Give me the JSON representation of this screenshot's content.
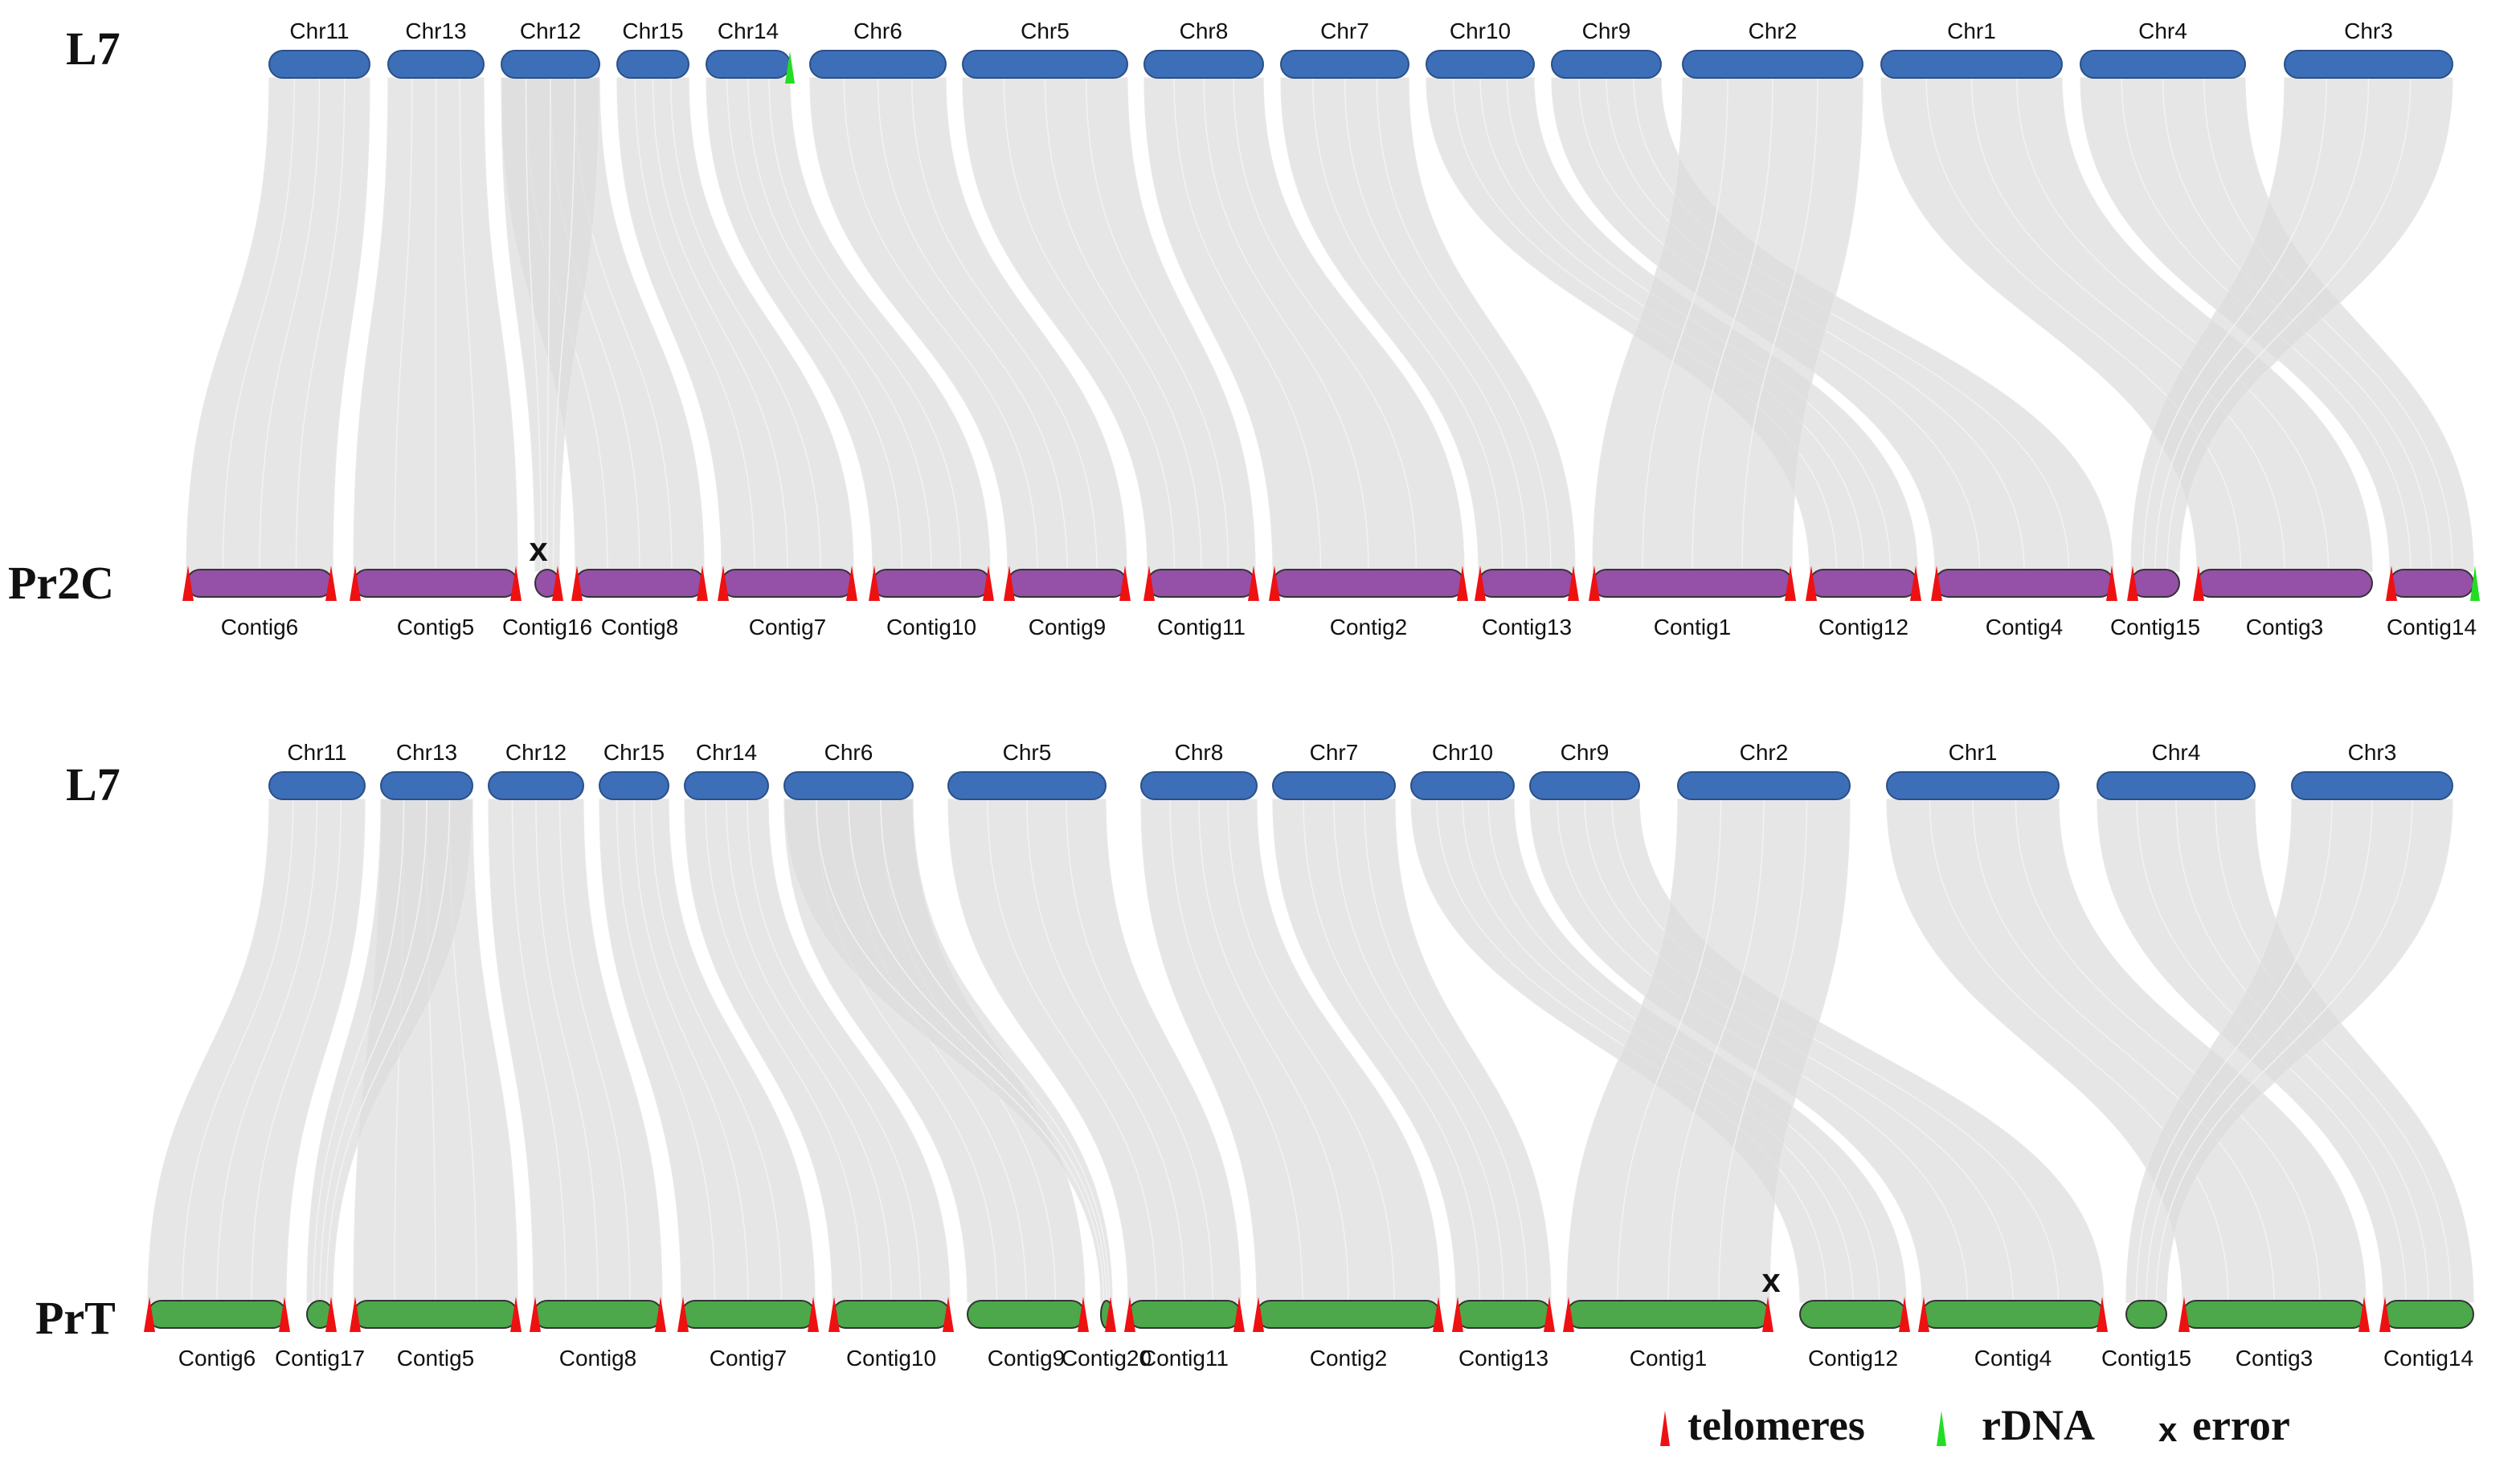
{
  "colors": {
    "ref_bar": "#3d6fb8",
    "pr2c_bar": "#9550a8",
    "prt_bar": "#4ca84a",
    "link": "#dcdcdc",
    "telomere": "#ee1111",
    "rdna": "#22dd22"
  },
  "panels": [
    {
      "ref_label": "L7",
      "query_label": "Pr2C",
      "query_color_key": "pr2c_bar",
      "ref_chromosomes": [
        {
          "name": "Chr11"
        },
        {
          "name": "Chr13"
        },
        {
          "name": "Chr12"
        },
        {
          "name": "Chr15"
        },
        {
          "name": "Chr14",
          "rdna": "right"
        },
        {
          "name": "Chr6"
        },
        {
          "name": "Chr5"
        },
        {
          "name": "Chr8"
        },
        {
          "name": "Chr7"
        },
        {
          "name": "Chr10"
        },
        {
          "name": "Chr9"
        },
        {
          "name": "Chr2"
        },
        {
          "name": "Chr1"
        },
        {
          "name": "Chr4"
        },
        {
          "name": "Chr3"
        }
      ],
      "contigs": [
        {
          "name": "Contig6",
          "tel": "both"
        },
        {
          "name": "Contig5",
          "tel": "both"
        },
        {
          "name": "Contig16",
          "tel": "right",
          "error": true
        },
        {
          "name": "Contig8",
          "tel": "both"
        },
        {
          "name": "Contig7",
          "tel": "both"
        },
        {
          "name": "Contig10",
          "tel": "both"
        },
        {
          "name": "Contig9",
          "tel": "both"
        },
        {
          "name": "Contig11",
          "tel": "both"
        },
        {
          "name": "Contig2",
          "tel": "both"
        },
        {
          "name": "Contig13",
          "tel": "both"
        },
        {
          "name": "Contig1",
          "tel": "both"
        },
        {
          "name": "Contig12",
          "tel": "both"
        },
        {
          "name": "Contig4",
          "tel": "both"
        },
        {
          "name": "Contig15",
          "tel": "left"
        },
        {
          "name": "Contig3",
          "tel": "left"
        },
        {
          "name": "Contig14",
          "tel": "left",
          "rdna": "right"
        }
      ],
      "links": [
        [
          "Chr11",
          "Contig6"
        ],
        [
          "Chr13",
          "Contig5"
        ],
        [
          "Chr12",
          "Contig8"
        ],
        [
          "Chr12",
          "Contig16"
        ],
        [
          "Chr15",
          "Contig7"
        ],
        [
          "Chr14",
          "Contig10"
        ],
        [
          "Chr6",
          "Contig9"
        ],
        [
          "Chr5",
          "Contig11"
        ],
        [
          "Chr8",
          "Contig2"
        ],
        [
          "Chr7",
          "Contig13"
        ],
        [
          "Chr10",
          "Contig12"
        ],
        [
          "Chr9",
          "Contig4"
        ],
        [
          "Chr2",
          "Contig1"
        ],
        [
          "Chr1",
          "Contig3"
        ],
        [
          "Chr4",
          "Contig14"
        ],
        [
          "Chr3",
          "Contig15"
        ]
      ]
    },
    {
      "ref_label": "L7",
      "query_label": "PrT",
      "query_color_key": "prt_bar",
      "ref_chromosomes": [
        {
          "name": "Chr11"
        },
        {
          "name": "Chr13"
        },
        {
          "name": "Chr12"
        },
        {
          "name": "Chr15"
        },
        {
          "name": "Chr14"
        },
        {
          "name": "Chr6"
        },
        {
          "name": "Chr5"
        },
        {
          "name": "Chr8"
        },
        {
          "name": "Chr7"
        },
        {
          "name": "Chr10"
        },
        {
          "name": "Chr9"
        },
        {
          "name": "Chr2"
        },
        {
          "name": "Chr1"
        },
        {
          "name": "Chr4"
        },
        {
          "name": "Chr3"
        }
      ],
      "contigs": [
        {
          "name": "Contig6",
          "tel": "both"
        },
        {
          "name": "Contig17",
          "tel": "right"
        },
        {
          "name": "Contig5",
          "tel": "both"
        },
        {
          "name": "Contig8",
          "tel": "both"
        },
        {
          "name": "Contig7",
          "tel": "both"
        },
        {
          "name": "Contig10",
          "tel": "both"
        },
        {
          "name": "Contig9",
          "tel": "right"
        },
        {
          "name": "Contig20",
          "tel": "right"
        },
        {
          "name": "Contig11",
          "tel": "both"
        },
        {
          "name": "Contig2",
          "tel": "both"
        },
        {
          "name": "Contig13",
          "tel": "both"
        },
        {
          "name": "Contig1",
          "tel": "both",
          "error": true
        },
        {
          "name": "Contig12",
          "tel": "right"
        },
        {
          "name": "Contig4",
          "tel": "both"
        },
        {
          "name": "Contig15",
          "tel": "none"
        },
        {
          "name": "Contig3",
          "tel": "both"
        },
        {
          "name": "Contig14",
          "tel": "left"
        }
      ],
      "links": [
        [
          "Chr11",
          "Contig6"
        ],
        [
          "Chr13",
          "Contig5"
        ],
        [
          "Chr13",
          "Contig17"
        ],
        [
          "Chr12",
          "Contig8"
        ],
        [
          "Chr15",
          "Contig7"
        ],
        [
          "Chr14",
          "Contig10"
        ],
        [
          "Chr6",
          "Contig9"
        ],
        [
          "Chr6",
          "Contig20"
        ],
        [
          "Chr5",
          "Contig11"
        ],
        [
          "Chr8",
          "Contig2"
        ],
        [
          "Chr7",
          "Contig13"
        ],
        [
          "Chr10",
          "Contig12"
        ],
        [
          "Chr9",
          "Contig4"
        ],
        [
          "Chr2",
          "Contig1"
        ],
        [
          "Chr1",
          "Contig3"
        ],
        [
          "Chr4",
          "Contig14"
        ],
        [
          "Chr3",
          "Contig15"
        ]
      ]
    }
  ],
  "legend": [
    {
      "symbol": "telomere",
      "label": "telomeres"
    },
    {
      "symbol": "rdna",
      "label": "rDNA"
    },
    {
      "symbol": "x",
      "label": "error"
    }
  ],
  "error_symbol": "x"
}
